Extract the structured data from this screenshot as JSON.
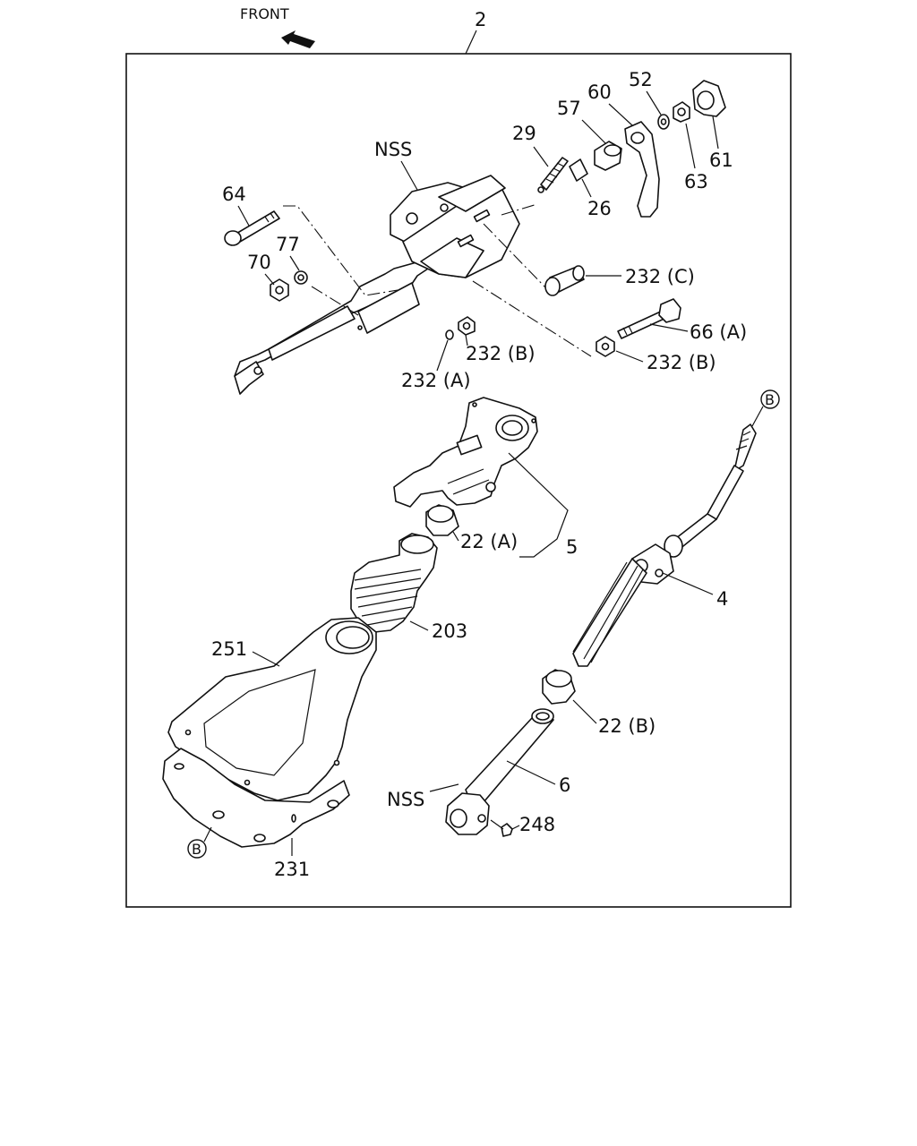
{
  "header": {
    "front_label": "FRONT",
    "assembly_number": "2"
  },
  "callouts": {
    "nss_top": "NSS",
    "nss_bottom": "NSS",
    "p29": "29",
    "p57": "57",
    "p60": "60",
    "p52": "52",
    "p61": "61",
    "p63": "63",
    "p26": "26",
    "p64": "64",
    "p77": "77",
    "p70": "70",
    "p232c": "232 (C)",
    "p66a": "66 (A)",
    "p232b_right": "232 (B)",
    "p232b_left": "232 (B)",
    "p232a": "232 (A)",
    "p22a": "22 (A)",
    "p5": "5",
    "p4": "4",
    "p203": "203",
    "p251": "251",
    "p22b": "22 (B)",
    "p6": "6",
    "p248": "248",
    "p231": "231"
  },
  "reference_markers": {
    "b_top": "B",
    "b_bottom": "B"
  },
  "icons": {
    "front_arrow": "arrow-up-left-icon"
  }
}
